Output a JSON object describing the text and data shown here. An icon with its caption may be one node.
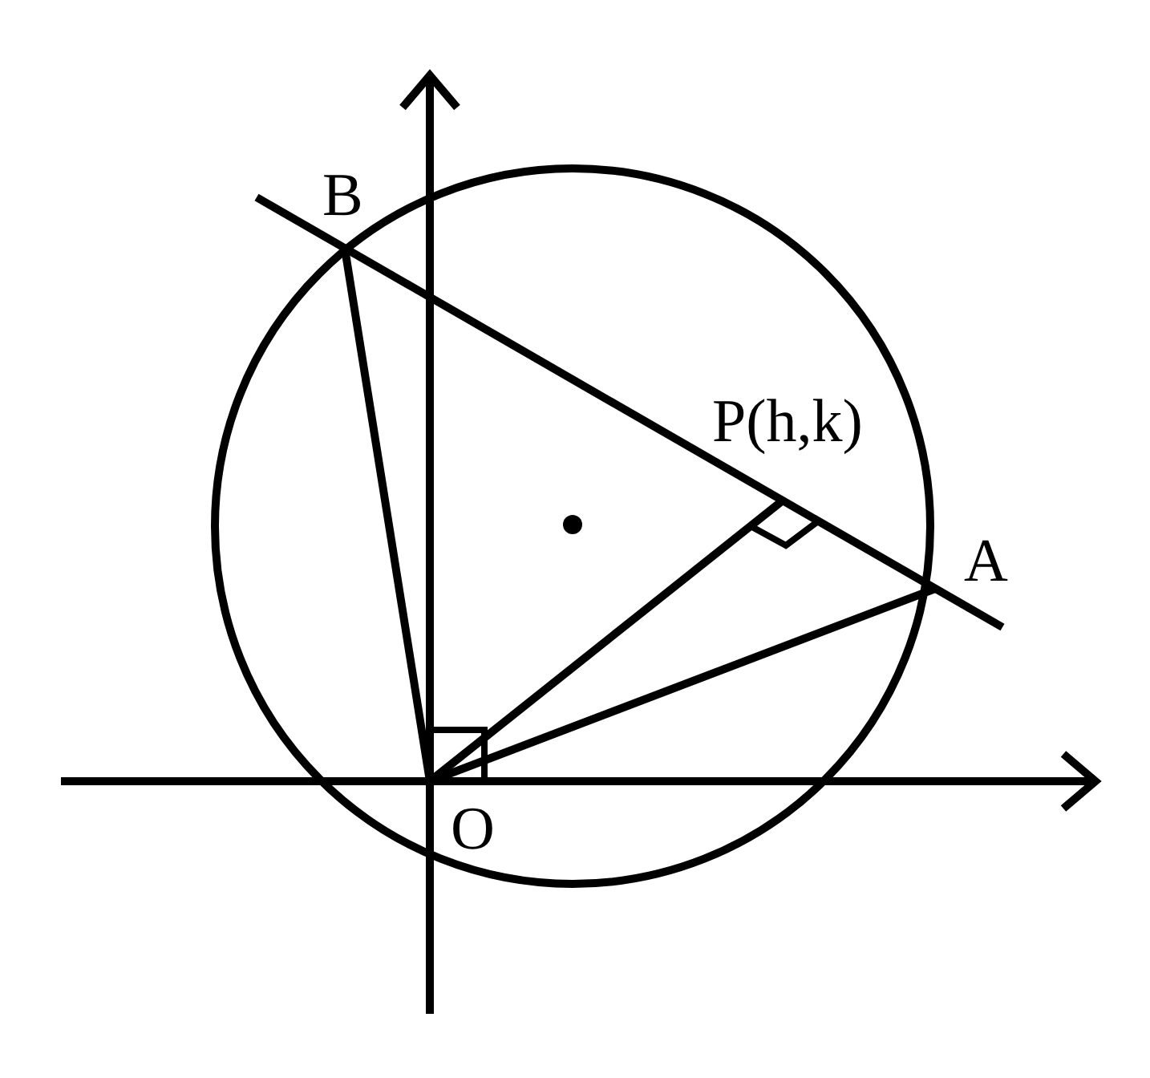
{
  "diagram": {
    "labels": [
      "B",
      "P(h,k)",
      "A",
      "O"
    ]
  }
}
